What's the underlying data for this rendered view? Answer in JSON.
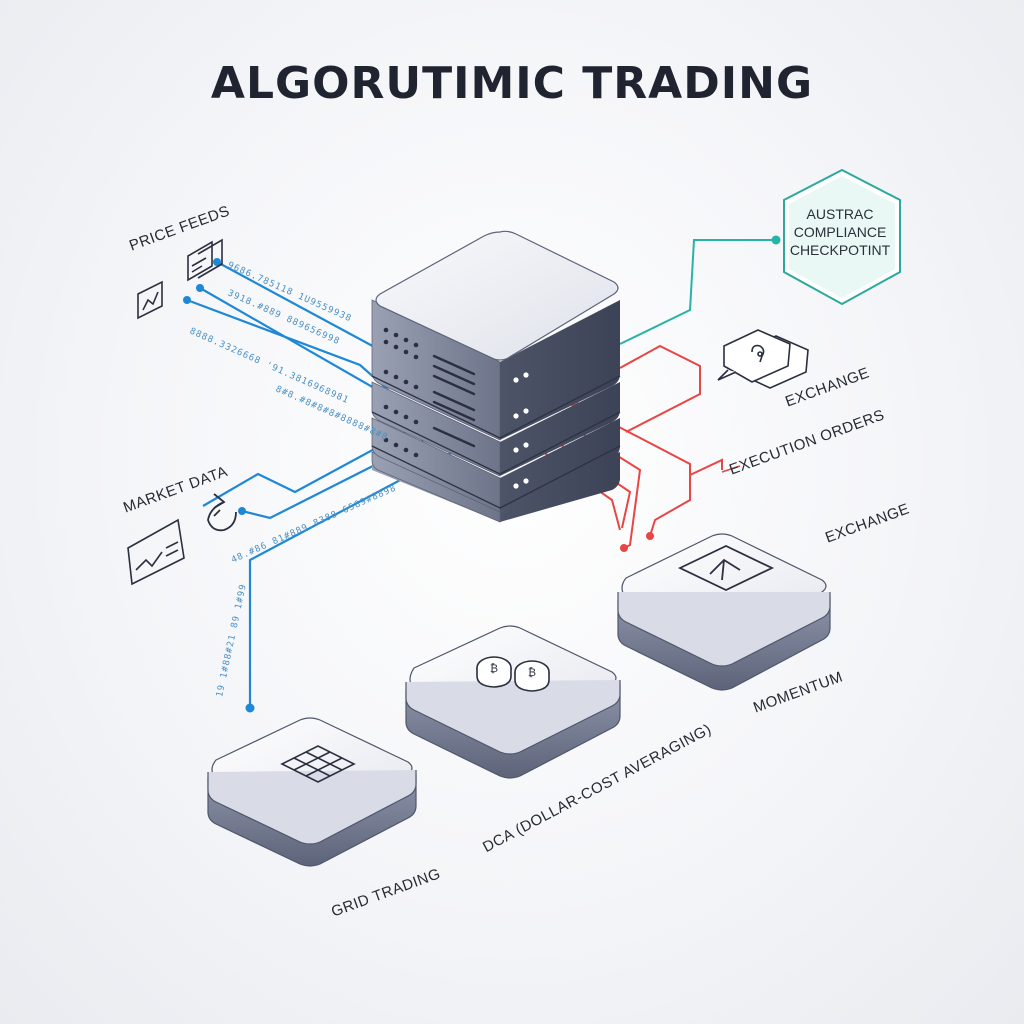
{
  "title": "ALGORUTIMIC TRADING",
  "labels": {
    "price_feeds": "PRICE FEEDS",
    "market_data": "MARKET DATA",
    "compliance": [
      "AUSTRAC",
      "COMPLIANCE",
      "CHECKPOTINT"
    ],
    "exchange_top": "EXCHANGE",
    "execution_orders": "EXECUTION ORDERS",
    "exchange_right": "EXCHANGE",
    "momentum": "MOMENTUM",
    "dca": "DCA (DOLLAR-COST AVERAGING)",
    "grid_trading": "GRID TRADING"
  },
  "data_streams": [
    "9686.785118 1U9559938",
    "3918.#889 889656998",
    "8888.3326668 '91.3816968981",
    "8#8.#8#8#8#8888#8#8",
    "48.#86 81#889.8388 6589#8898",
    "19 1#88#21 89 1#99"
  ],
  "colors": {
    "data_feed": "#1e88d6",
    "execution": "#e84545",
    "compliance": "#27b3a6",
    "server_top": "#e6e8ef",
    "server_side": "#535a70",
    "text": "#1f2430"
  }
}
